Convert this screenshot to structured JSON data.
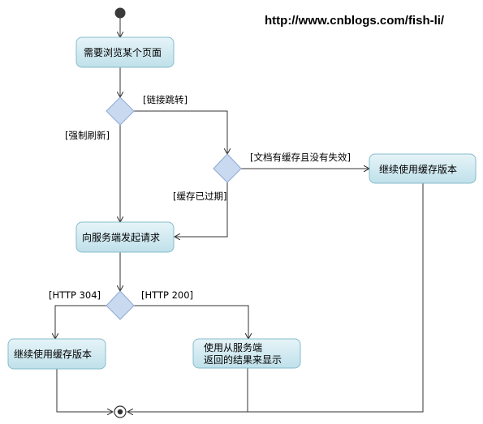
{
  "header": {
    "url": "http://www.cnblogs.com/fish-li/"
  },
  "activities": {
    "browse_page": "需要浏览某个页面",
    "request_server": "向服务端发起请求",
    "use_cache_right": "继续使用缓存版本",
    "use_cache_left": "继续使用缓存版本",
    "use_server_result_line1": "使用从服务端",
    "use_server_result_line2": "返回的结果来显示"
  },
  "guards": {
    "link_jump": "[链接跳转]",
    "force_refresh": "[强制刷新]",
    "cache_valid": "[文档有缓存且没有失效]",
    "cache_expired": "[缓存已过期]",
    "http_304": "[HTTP 304]",
    "http_200": "[HTTP 200]"
  },
  "colors": {
    "activity_top": "#e6f4f8",
    "activity_bottom": "#bfe0ea",
    "activity_border": "#86bccb",
    "decision_fill": "#c9d9ef",
    "decision_border": "#8ea9d3"
  }
}
